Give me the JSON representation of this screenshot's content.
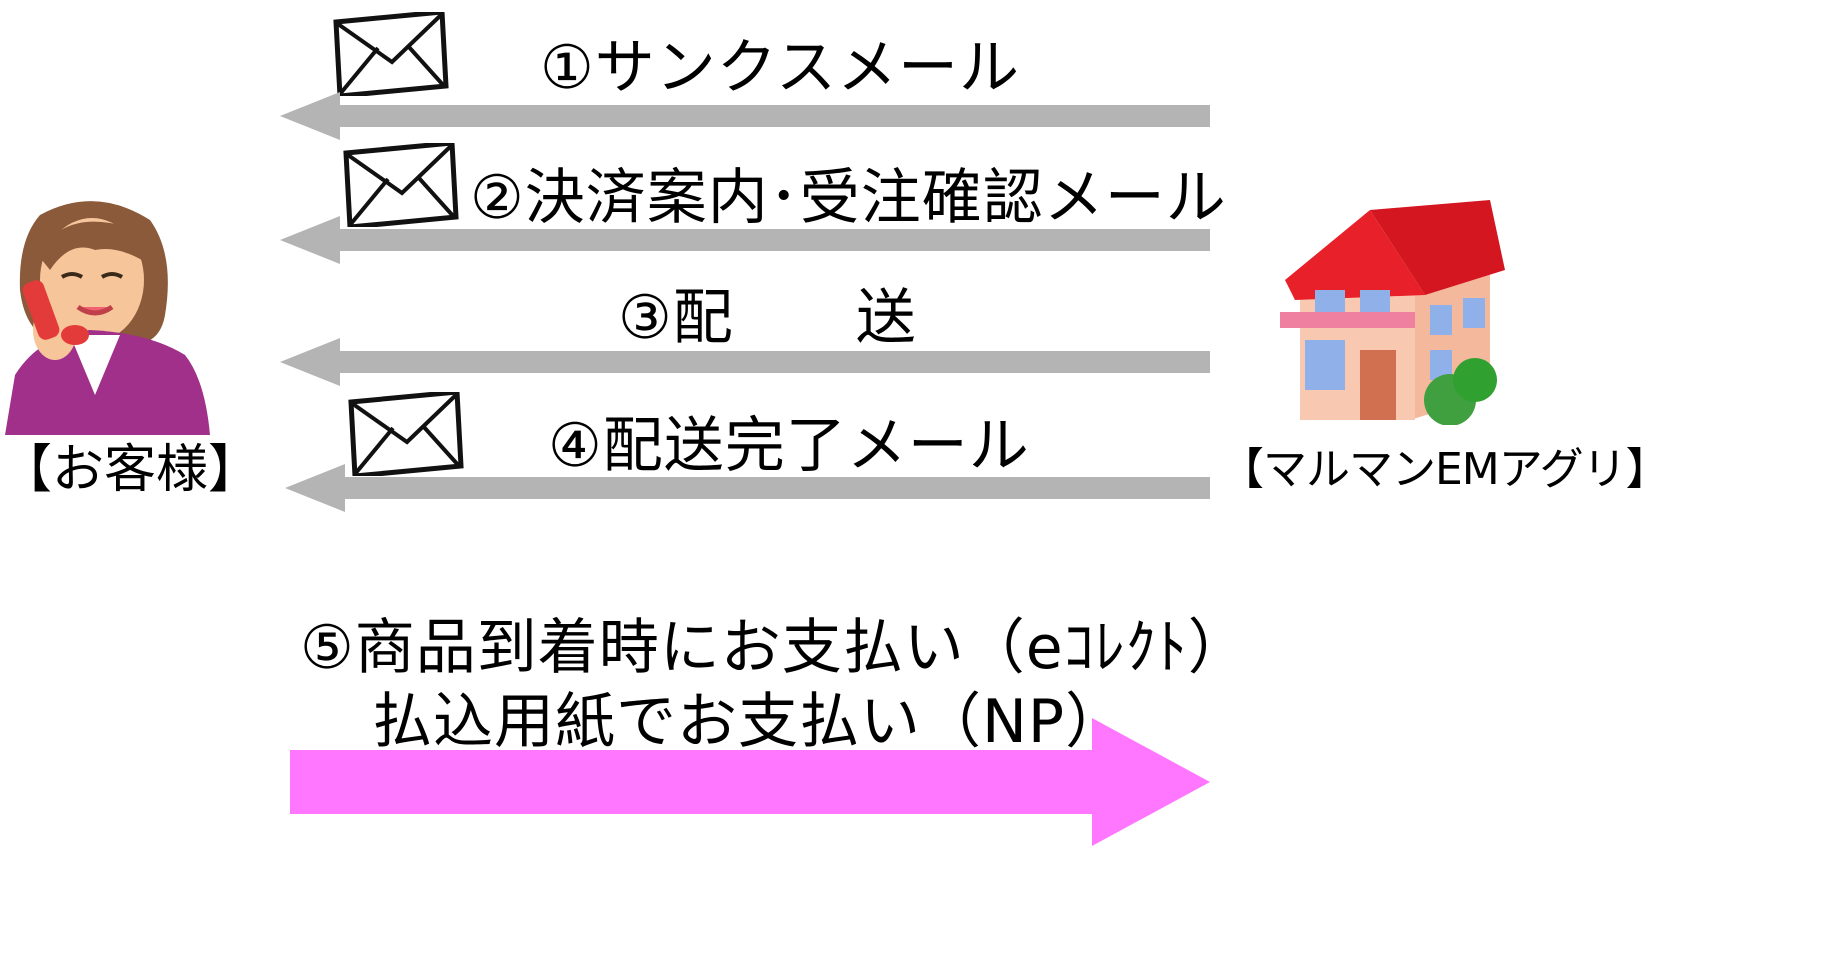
{
  "actors": {
    "customer": {
      "label": "【お客様】"
    },
    "shop": {
      "label": "【マルマンEMアグリ】"
    }
  },
  "steps": [
    {
      "label": "①サンクスメール",
      "mail_icon": true
    },
    {
      "label": "②決済案内･受注確認メール",
      "mail_icon": true
    },
    {
      "label": "③配　　送",
      "mail_icon": false
    },
    {
      "label": "④配送完了メール",
      "mail_icon": true
    }
  ],
  "payment": {
    "line1": "⑤商品到着時にお支払い（eｺﾚｸﾄ）",
    "line2": "払込用紙でお支払い（NP）"
  },
  "colors": {
    "flow_arrow": "#b4b4b4",
    "payment_arrow": "#ff77ff",
    "roof": "#e8202a",
    "house_wall": "#f8c8b0"
  },
  "icons": {
    "customer": "woman-on-phone-icon",
    "shop": "house-icon",
    "mail": "envelope-icon"
  }
}
